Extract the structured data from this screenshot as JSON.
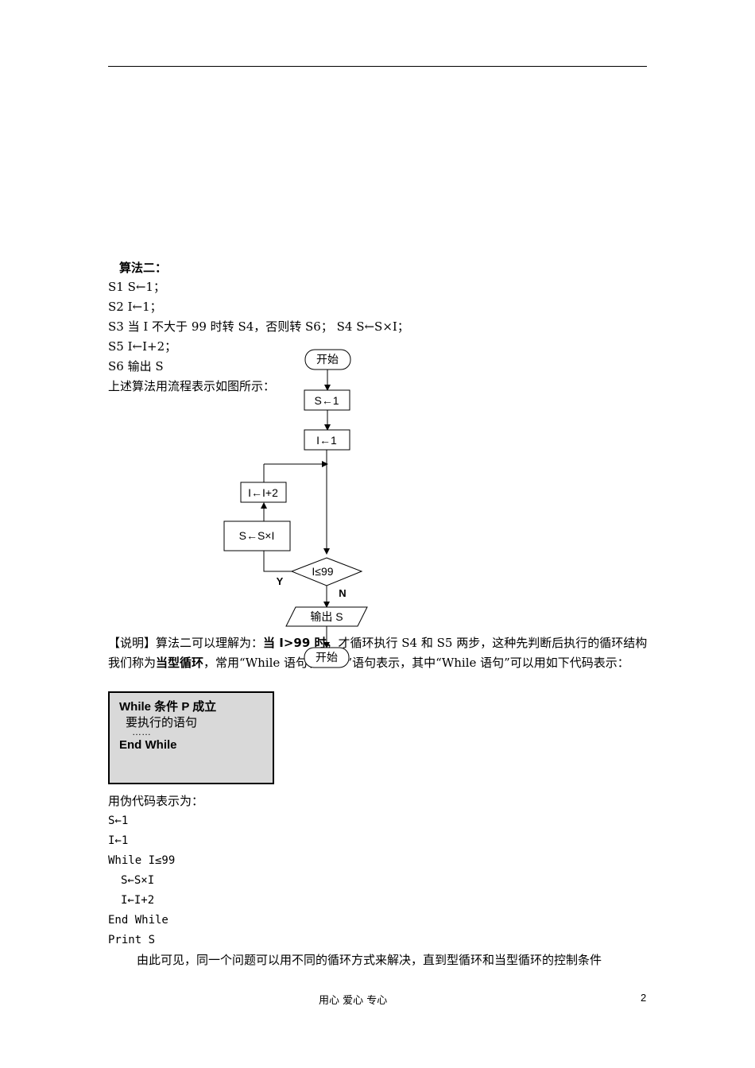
{
  "heading": "算法二：",
  "steps": [
    "S1   S←1；",
    "S2   I←1；",
    "S3   当 I 不大于 99 时转 S4，否则转 S6；   S4   S←S×I；",
    "S5   I←I+2；",
    "S6   输出 S"
  ],
  "flow_intro": "上述算法用流程表示如图所示：",
  "flowchart": {
    "start": "开始",
    "s_init": "S←1",
    "i_init": "I←1",
    "i_inc": "I←I+2",
    "s_mul": "S←S×I",
    "condition": "I≤99",
    "yes": "Y",
    "no": "N",
    "output": "输出 S",
    "end": "开始"
  },
  "explanation": {
    "lead": "【说明】",
    "t1": "算法二可以理解为：",
    "b1": "当 I>99 时",
    "t2": "，才循环执行 S4 和 S5 两步，这种先判断后执行的循环结构我们称为",
    "b2": "当型循环",
    "t3": "，常用“While 语句和“For”语句表示，其中“While 语句”可以用如下代码表示："
  },
  "code_box": {
    "line1": "While 条件 P 成立",
    "line2": "要执行的语句",
    "line3": "……",
    "line4": "End While"
  },
  "pseudo_intro": "用伪代码表示为：",
  "pseudo_code": [
    "S←1",
    "I←1",
    "While  I≤99",
    "S←S×I",
    "I←I+2",
    "End  While",
    "Print  S"
  ],
  "conclusion": "由此可见，同一个问题可以用不同的循环方式来解决，直到型循环和当型循环的控制条件",
  "footer": {
    "center": "用心    爱心    专心",
    "page": "2"
  }
}
